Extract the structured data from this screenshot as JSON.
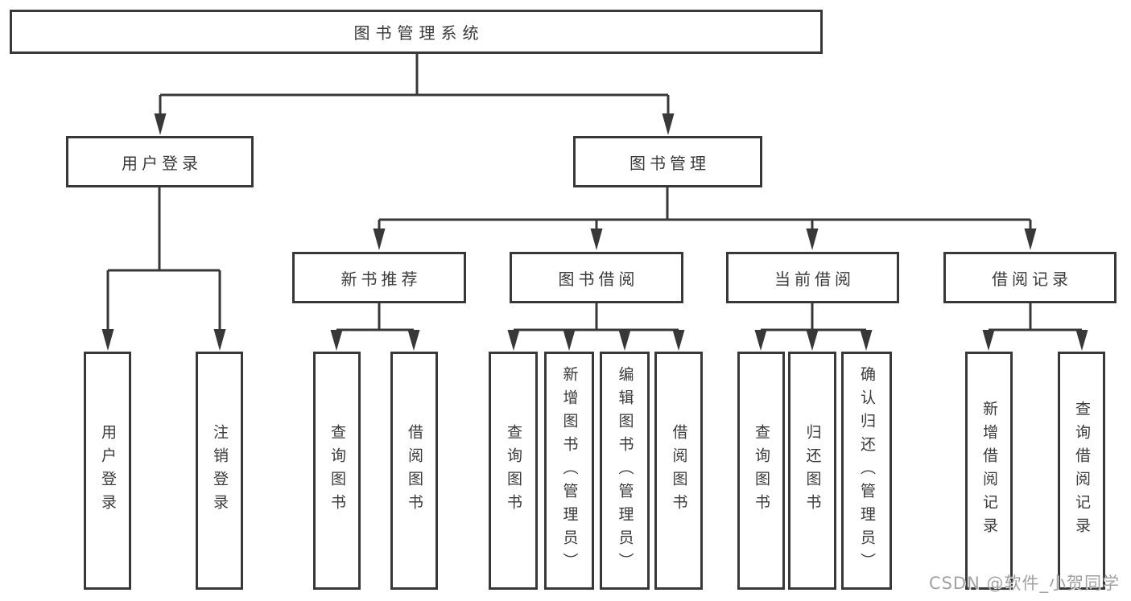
{
  "diagram": {
    "title": "图书管理系统",
    "root": {
      "label": "图书管理系统"
    },
    "level1": [
      {
        "label": "用户登录"
      },
      {
        "label": "图书管理"
      }
    ],
    "level2": [
      {
        "label": "新书推荐",
        "parent": "图书管理"
      },
      {
        "label": "图书借阅",
        "parent": "图书管理"
      },
      {
        "label": "当前借阅",
        "parent": "图书管理"
      },
      {
        "label": "借阅记录",
        "parent": "图书管理"
      }
    ],
    "leaves": [
      {
        "label": "用户登录",
        "parent": "用户登录"
      },
      {
        "label": "注销登录",
        "parent": "用户登录"
      },
      {
        "label": "查询图书",
        "parent": "新书推荐"
      },
      {
        "label": "借阅图书",
        "parent": "新书推荐"
      },
      {
        "label": "查询图书",
        "parent": "图书借阅"
      },
      {
        "label": "新增图书（管理员）",
        "parent": "图书借阅"
      },
      {
        "label": "编辑图书（管理员）",
        "parent": "图书借阅"
      },
      {
        "label": "借阅图书",
        "parent": "图书借阅"
      },
      {
        "label": "查询图书",
        "parent": "当前借阅"
      },
      {
        "label": "归还图书",
        "parent": "当前借阅"
      },
      {
        "label": "确认归还（管理员）",
        "parent": "当前借阅"
      },
      {
        "label": "新增借阅记录",
        "parent": "借阅记录"
      },
      {
        "label": "查询借阅记录",
        "parent": "借阅记录"
      }
    ]
  },
  "watermark": {
    "text": "CSDN @软件_小贺同学"
  },
  "colors": {
    "background": "#ffffff",
    "line": "#383838",
    "text": "#3a3a3a",
    "watermark": "#949494"
  }
}
